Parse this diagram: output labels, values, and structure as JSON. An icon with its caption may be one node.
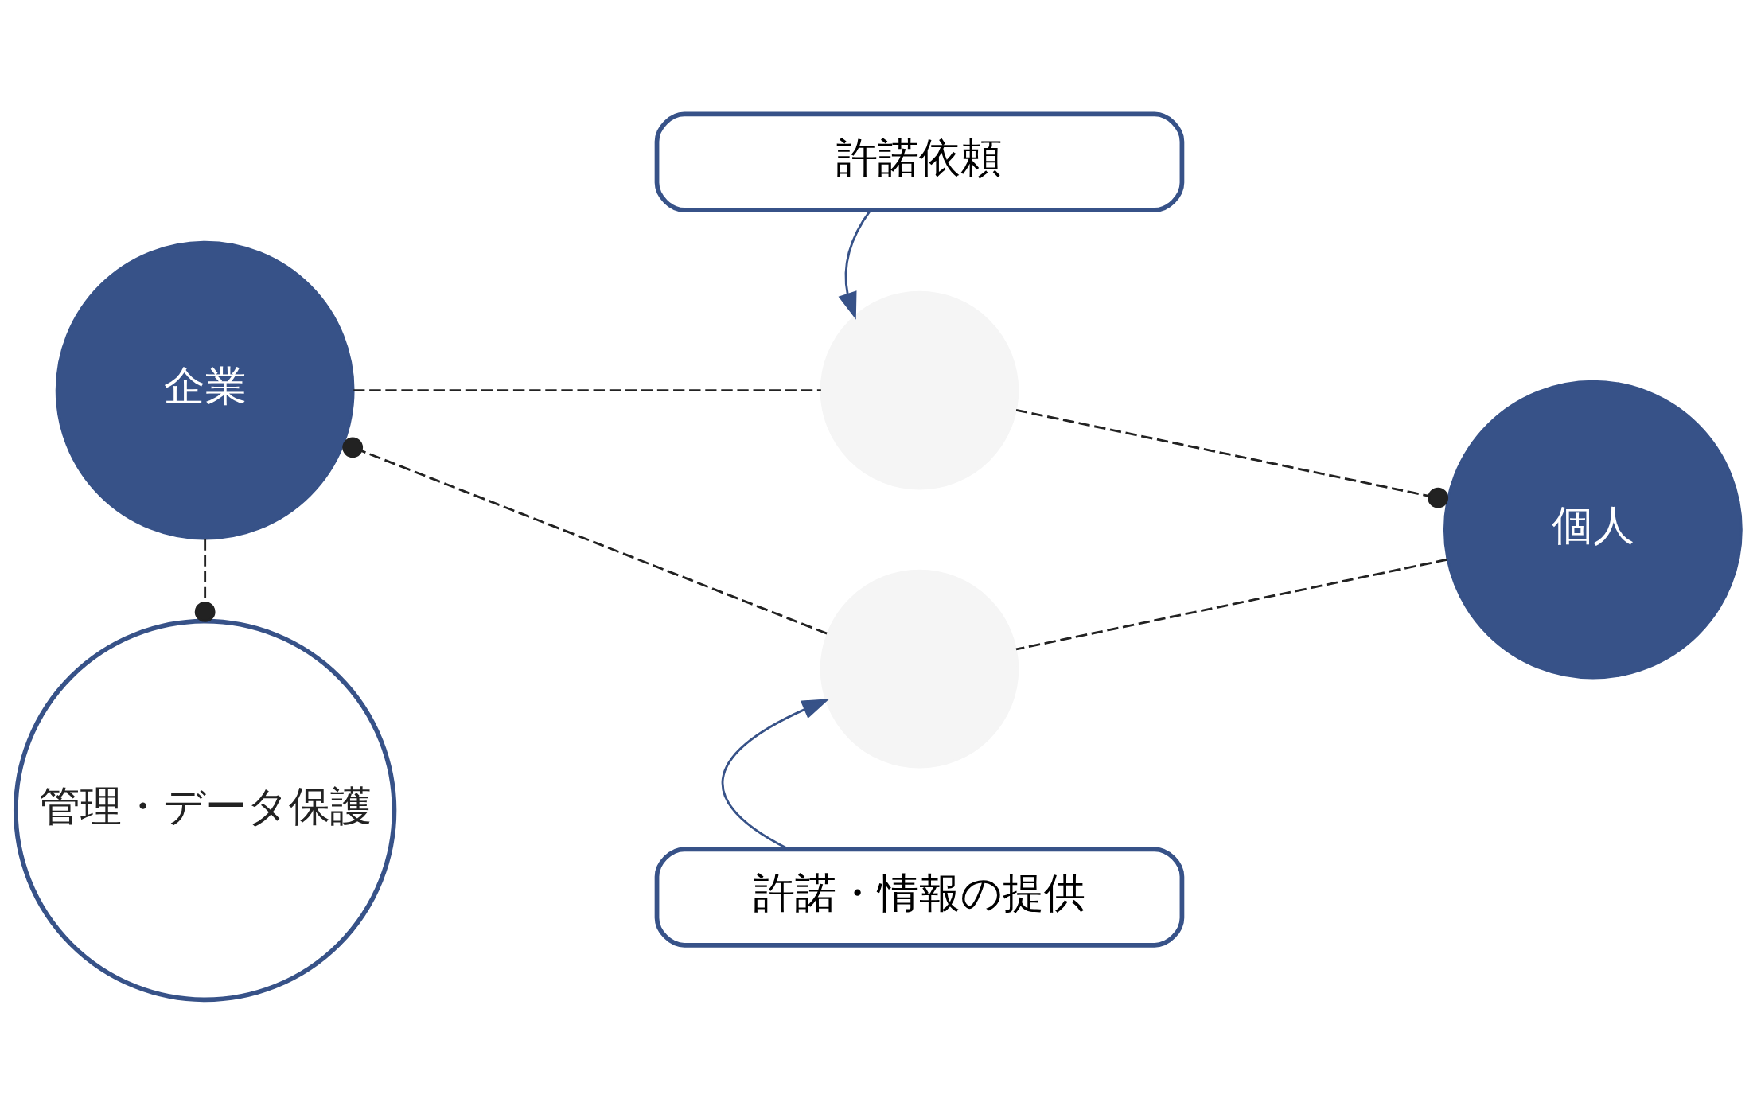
{
  "diagram": {
    "nodes": [
      {
        "text": [
          "企業"
        ]
      },
      {
        "text": [
          "個人"
        ]
      },
      {
        "text": [
          "管理・データ保護"
        ]
      },
      {
        "text": [],
        "shape": "circle"
      },
      {
        "text": [],
        "shape": "circle"
      },
      {
        "text": [
          "許諾依頼"
        ]
      },
      {
        "text": [
          "許諾・情報の提供"
        ]
      }
    ],
    "edges": [
      {
        "from": 0,
        "to": 3,
        "arrow": "none",
        "style": "dashed"
      },
      {
        "from": 3,
        "to": 1,
        "arrow": "other",
        "style": "dashed"
      },
      {
        "from": 1,
        "to": 4,
        "arrow": "none",
        "style": "dashed"
      },
      {
        "from": 4,
        "to": 0,
        "arrow": "other",
        "style": "dashed"
      },
      {
        "from": 0,
        "to": 2,
        "arrow": "other",
        "style": "dashed"
      },
      {
        "from": 5,
        "to": 3,
        "arrow": "to",
        "color": "#375288"
      },
      {
        "from": 6,
        "to": 4,
        "arrow": "to",
        "color": "#375288"
      }
    ]
  }
}
